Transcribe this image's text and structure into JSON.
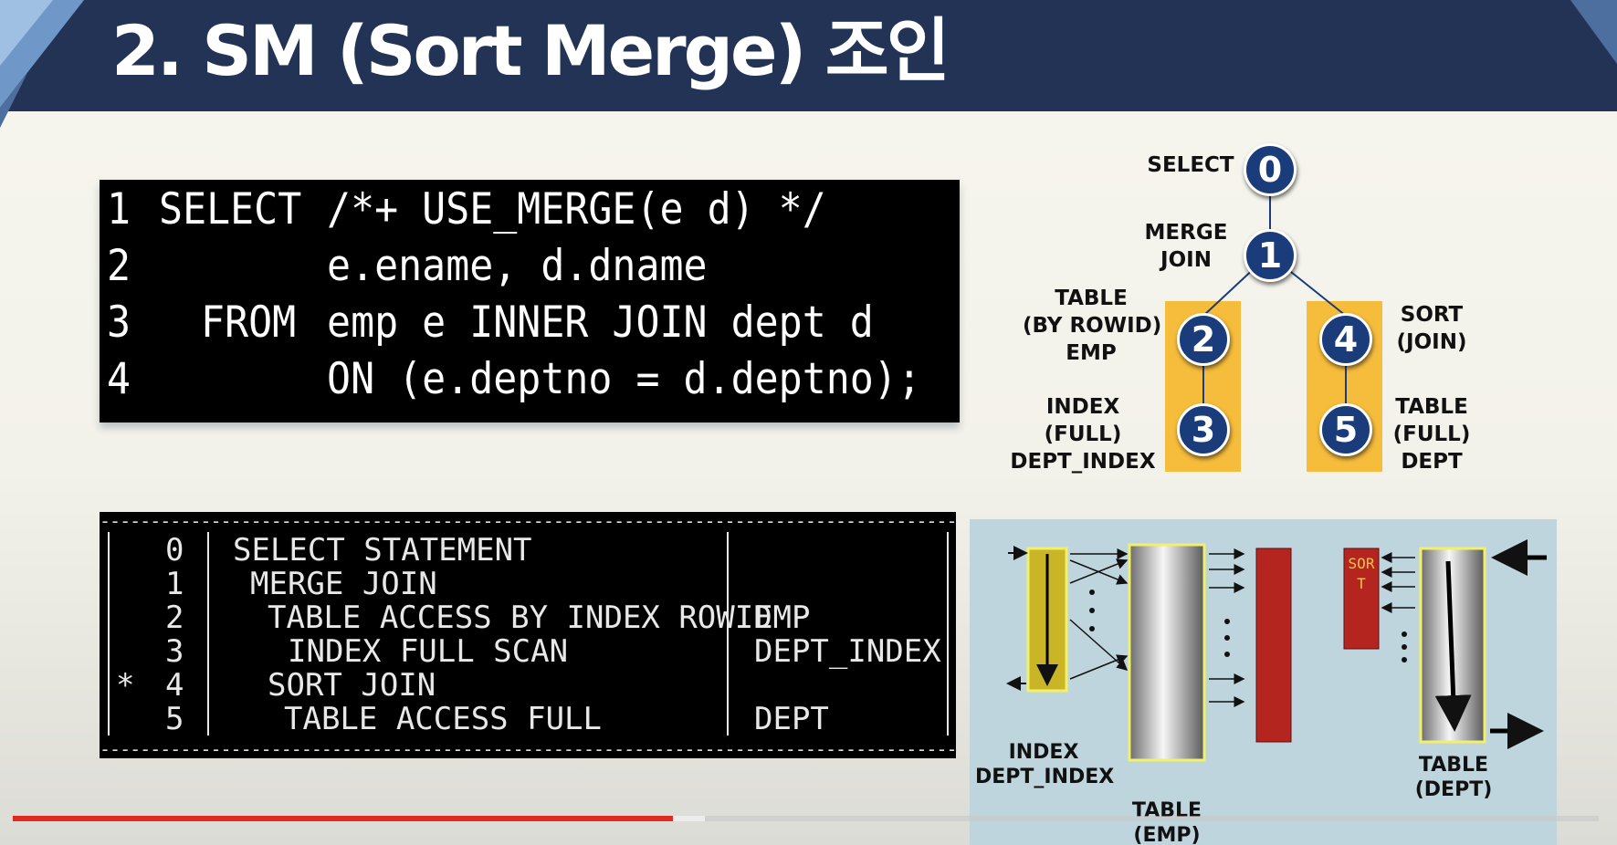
{
  "slide": {
    "title": "2. SM (Sort Merge) 조인"
  },
  "sql_code": {
    "lines": [
      {
        "num": "1",
        "keyword": "SELECT",
        "text": "/*+ USE_MERGE(e d) */"
      },
      {
        "num": "2",
        "keyword": "",
        "text": "e.ename, d.dname"
      },
      {
        "num": "3",
        "keyword": "FROM",
        "text": "emp e INNER JOIN dept d"
      },
      {
        "num": "4",
        "keyword": "",
        "text": "ON (e.deptno = d.deptno);"
      }
    ]
  },
  "execution_plan": {
    "rows": [
      {
        "marker": "",
        "id": "0",
        "operation": "SELECT STATEMENT",
        "name": ""
      },
      {
        "marker": "",
        "id": "1",
        "operation": "MERGE JOIN",
        "name": ""
      },
      {
        "marker": "",
        "id": "2",
        "operation": "TABLE ACCESS BY INDEX ROWID",
        "name": "EMP"
      },
      {
        "marker": "",
        "id": "3",
        "operation": "INDEX FULL SCAN",
        "name": "DEPT_INDEX"
      },
      {
        "marker": "*",
        "id": "4",
        "operation": "SORT JOIN",
        "name": ""
      },
      {
        "marker": "",
        "id": "5",
        "operation": "TABLE ACCESS FULL",
        "name": "DEPT"
      }
    ]
  },
  "plan_tree": {
    "nodes": [
      {
        "id": "0",
        "label": "SELECT"
      },
      {
        "id": "1",
        "label": "MERGE\nJOIN"
      },
      {
        "id": "2",
        "label": "TABLE\n(BY ROWID)\nEMP"
      },
      {
        "id": "3",
        "label": "INDEX\n(FULL)\nDEPT_INDEX"
      },
      {
        "id": "4",
        "label": "SORT\n(JOIN)"
      },
      {
        "id": "5",
        "label": "TABLE\n(FULL)\nDEPT"
      }
    ],
    "colors": {
      "node": "#1a3c7b",
      "highlight": "#f6bc3c",
      "edge": "#1a3c7b"
    }
  },
  "flow_diagram": {
    "sort_label": "SORT",
    "labels": {
      "index": "INDEX\nDEPT_INDEX",
      "table_emp": "TABLE\n(EMP)",
      "table_dept": "TABLE\n(DEPT)"
    },
    "colors": {
      "background": "#bed5dd",
      "index_fill": "#c9b526",
      "result": "#b52520",
      "sort_text": "#f2c14e"
    }
  },
  "video": {
    "played_fraction": 0.4165,
    "buffered_fraction": 0.4365
  }
}
